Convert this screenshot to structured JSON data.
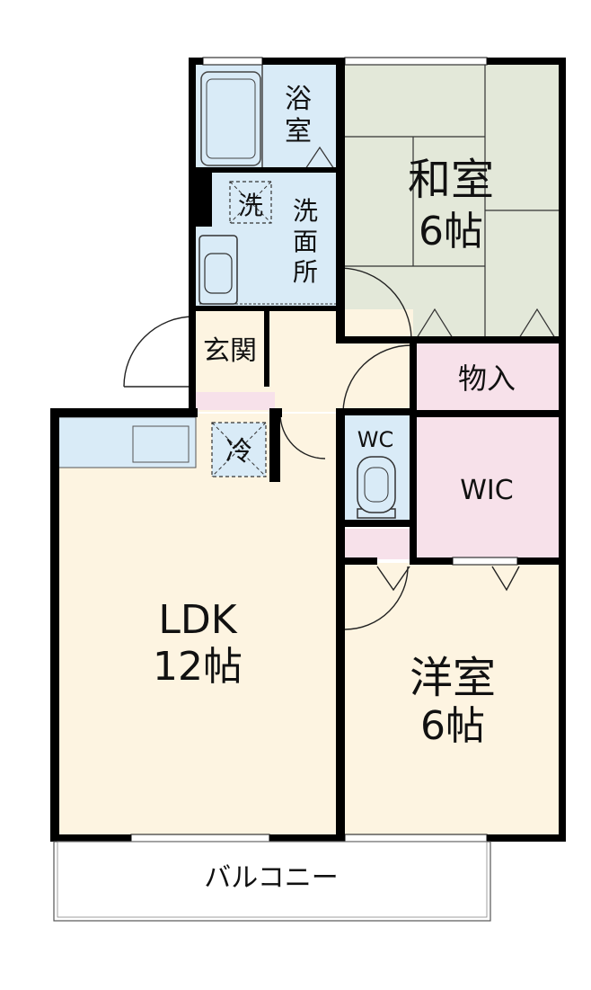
{
  "rooms": {
    "bath": "浴室",
    "washroom": "洗面所",
    "washer": "洗",
    "washitsu_name": "和室",
    "washitsu_size": "6帖",
    "entrance": "玄関",
    "storage": "物入",
    "fridge": "冷",
    "wc": "WC",
    "wic": "WIC",
    "ldk_name": "LDK",
    "ldk_size": "12帖",
    "youshitsu_name": "洋室",
    "youshitsu_size": "6帖",
    "balcony": "バルコニー"
  },
  "colors": {
    "wet_area": "#d9ebf7",
    "tatami": "#e3e8d9",
    "storage": "#f7e1ea",
    "floor": "#fdf4e1",
    "wall": "#000000"
  }
}
